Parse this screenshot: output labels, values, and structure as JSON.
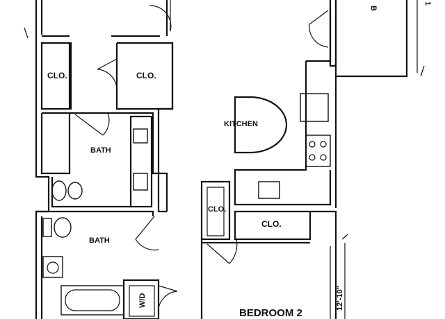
{
  "rooms": {
    "closet_left": "CLO.",
    "closet_center": "CLO.",
    "kitchen": "KITCHEN",
    "bath_upper": "BATH",
    "closet_bedroom2_small": "CLO.",
    "closet_bedroom2_long": "CLO.",
    "bath_lower": "BATH",
    "washer_dryer": "W/D",
    "bedroom2": "BEDROOM 2",
    "top_right_partial": "B"
  },
  "dimensions": {
    "bedroom2_side": "12'-10\"",
    "top_right_side": "1"
  }
}
